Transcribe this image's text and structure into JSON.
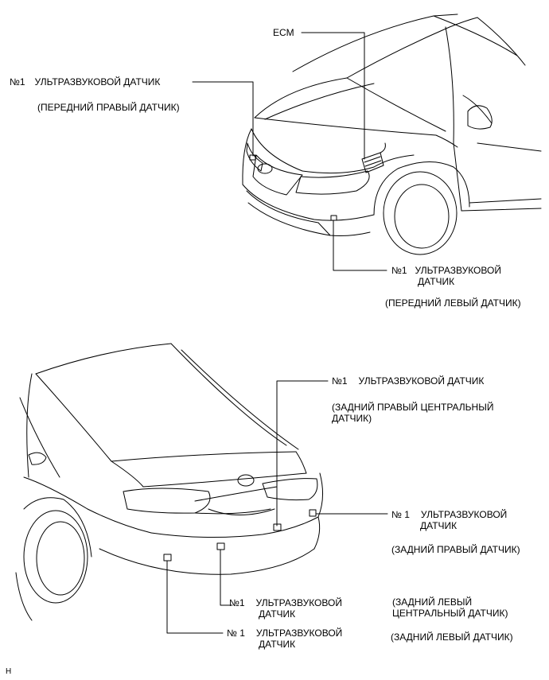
{
  "top_view": {
    "ecm": {
      "text": "ECM"
    },
    "front_right": {
      "number": "№1",
      "line1": "УЛЬТРАЗВУКОВОЙ ДАТЧИК",
      "position": "(ПЕРЕДНИЙ ПРАВЫЙ ДАТЧИК)"
    },
    "front_left": {
      "number": "№1",
      "line1": "УЛЬТРАЗВУКОВОЙ",
      "line2": "ДАТЧИК",
      "position": "(ПЕРЕДНИЙ ЛЕВЫЙ ДАТЧИК)"
    }
  },
  "bottom_view": {
    "rear_right_center": {
      "number": "№1",
      "line1": "УЛЬТРАЗВУКОВОЙ ДАТЧИК",
      "position_line1": "(ЗАДНИЙ ПРАВЫЙ ЦЕНТРАЛЬНЫЙ",
      "position_line2": "ДАТЧИК)"
    },
    "rear_right": {
      "number": "№ 1",
      "line1": "УЛЬТРАЗВУКОВОЙ",
      "line2": "ДАТЧИК",
      "position": "(ЗАДНИЙ ПРАВЫЙ ДАТЧИК)"
    },
    "rear_left_center": {
      "number": "№1",
      "line1": "УЛЬТРАЗВУКОВОЙ",
      "line2": "ДАТЧИК",
      "position_line1": "(ЗАДНИЙ ЛЕВЫЙ",
      "position_line2": "ЦЕНТРАЛЬНЫЙ ДАТЧИК)"
    },
    "rear_left": {
      "number": "№ 1",
      "line1": "УЛЬТРАЗВУКОВОЙ",
      "line2": "ДАТЧИК",
      "position": "(ЗАДНИЙ ЛЕВЫЙ ДАТЧИК)"
    }
  },
  "corner_mark": "H"
}
